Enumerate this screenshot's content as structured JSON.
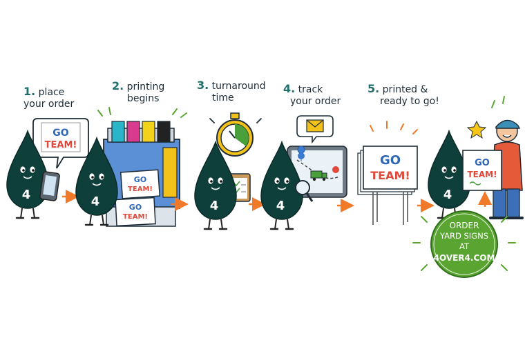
{
  "steps": [
    {
      "num": "1.",
      "line1": "place",
      "line2": "your order"
    },
    {
      "num": "2.",
      "line1": "printing",
      "line2": "begins"
    },
    {
      "num": "3.",
      "line1": "turnaround",
      "line2": "time"
    },
    {
      "num": "4.",
      "line1": "track",
      "line2": "your order"
    },
    {
      "num": "5.",
      "line1": "printed &",
      "line2": "ready to go!"
    }
  ],
  "mascot_number": "4",
  "sign": {
    "line1": "GO",
    "line2": "TEAM!"
  },
  "badge": {
    "line1": "ORDER",
    "line2": "YARD SIGNS",
    "line3": "AT",
    "line4": "4OVER4.COM"
  },
  "colors": {
    "mascot": "#0f3f3b",
    "arrow": "#f07a2a",
    "badge": "#5aa532",
    "sign_blue": "#2f67b5",
    "sign_red": "#e0483a",
    "printer_blue": "#5b8fd6",
    "stopwatch_yellow": "#f2c21b",
    "star": "#f5c518"
  }
}
